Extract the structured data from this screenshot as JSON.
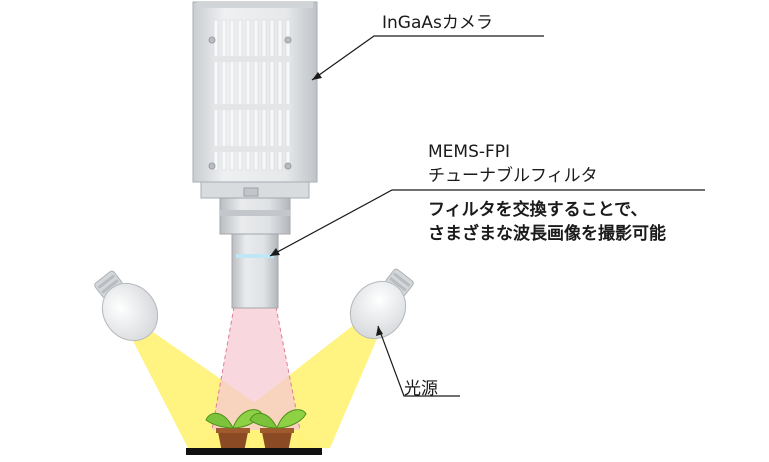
{
  "labels": {
    "camera": "InGaAsカメラ",
    "filter_line1": "MEMS-FPI",
    "filter_line2": "チューナブルフィルタ",
    "description_line1": "フィルタを交換することで、",
    "description_line2": "さまざまな波長画像を撮影可能",
    "light_source": "光源"
  },
  "colors": {
    "camera_body": "#dfe1e3",
    "camera_shadow": "#c7cacd",
    "lens": "#cfd3d6",
    "light_beam": "#fff07a",
    "bulb": "#e6e8ea",
    "camera_beam": "#f7cdd6",
    "leaf": "#7cc23a",
    "pot": "#8a4a24",
    "stage": "#111111",
    "filter_band": "#bfe6f7"
  },
  "icons": {
    "camera": "camera-icon",
    "lamp": "lamp-icon",
    "plant": "plant-icon"
  }
}
